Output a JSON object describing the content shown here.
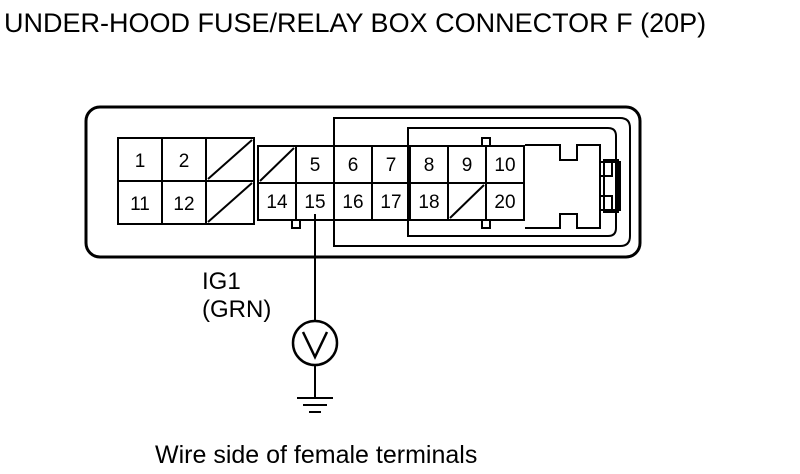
{
  "title": "UNDER-HOOD FUSE/RELAY BOX CONNECTOR F (20P)",
  "terminals": {
    "t1": "1",
    "t2": "2",
    "t5": "5",
    "t6": "6",
    "t7": "7",
    "t8": "8",
    "t9": "9",
    "t10": "10",
    "t11": "11",
    "t12": "12",
    "t14": "14",
    "t15": "15",
    "t16": "16",
    "t17": "17",
    "t18": "18",
    "t20": "20"
  },
  "wire": {
    "circuit": "IG1",
    "color": "(GRN)"
  },
  "caption": "Wire side of female terminals"
}
